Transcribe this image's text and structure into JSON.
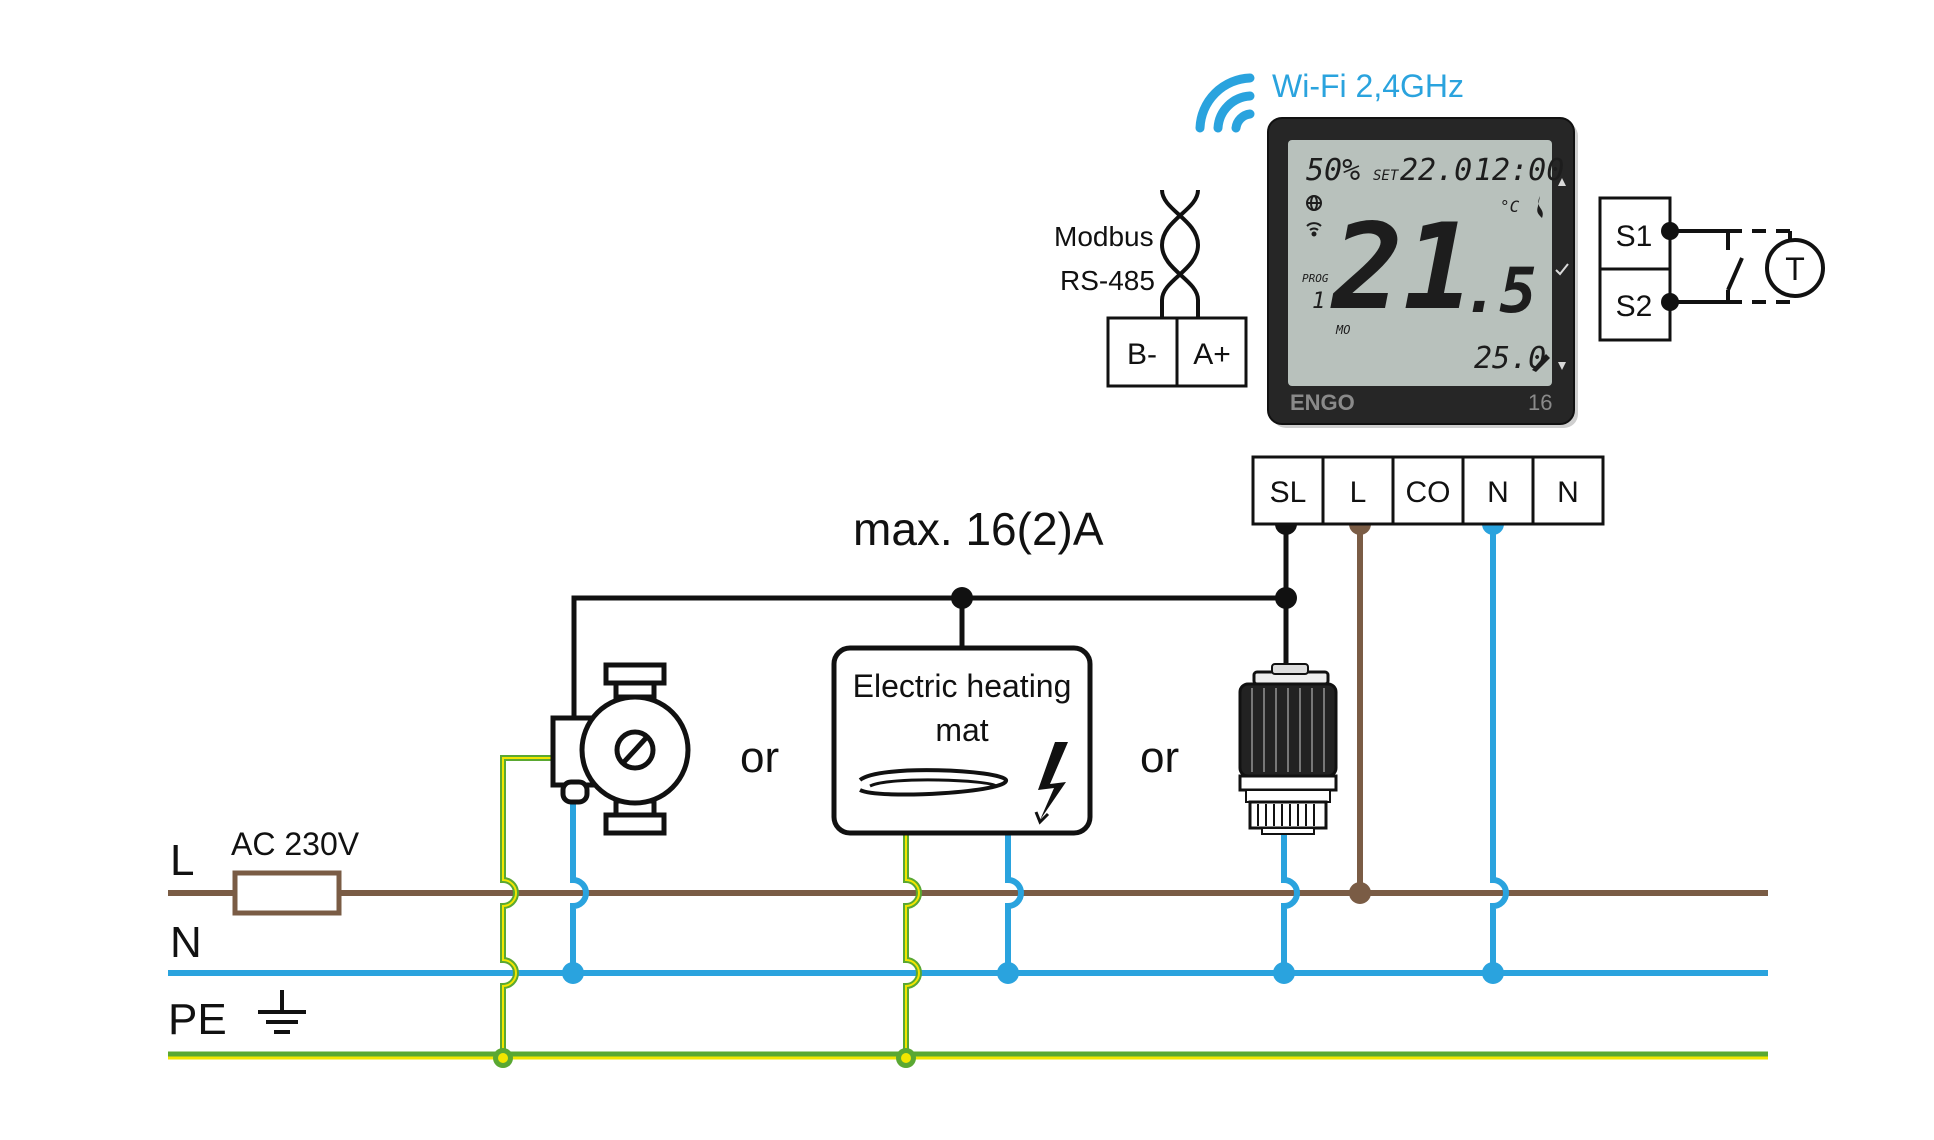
{
  "wifi": {
    "label": "Wi-Fi 2,4GHz",
    "color": "#2aa3de"
  },
  "modbus": {
    "line1": "Modbus",
    "line2": "RS-485"
  },
  "modbus_terminals": [
    "B-",
    "A+"
  ],
  "sensor_terminals": [
    "S1",
    "S2"
  ],
  "sensor_symbol": "T",
  "main_terminals": [
    "SL",
    "L",
    "CO",
    "N",
    "N"
  ],
  "max_current": "max. 16(2)A",
  "thermostat": {
    "brand": "ENGO",
    "model": "16",
    "humidity": "50%",
    "set_label": "SET",
    "set_temp": "22.0",
    "time": "12:00",
    "main_temp_int": "21",
    "main_temp_dec": ".5",
    "unit": "°C",
    "prog_label": "PROG",
    "prog_num": "1",
    "day": "MO",
    "floor_temp": "25.0"
  },
  "devices": {
    "heating_mat_line1": "Electric heating",
    "heating_mat_line2": "mat",
    "or1": "or",
    "or2": "or"
  },
  "supply": {
    "l_label": "L",
    "n_label": "N",
    "pe_label": "PE",
    "fuse_label": "AC 230V"
  },
  "colors": {
    "live": "#7a5c45",
    "neutral": "#2aa3de",
    "pe_green": "#5aa832",
    "pe_yellow": "#f2e600",
    "switched": "#111111"
  }
}
